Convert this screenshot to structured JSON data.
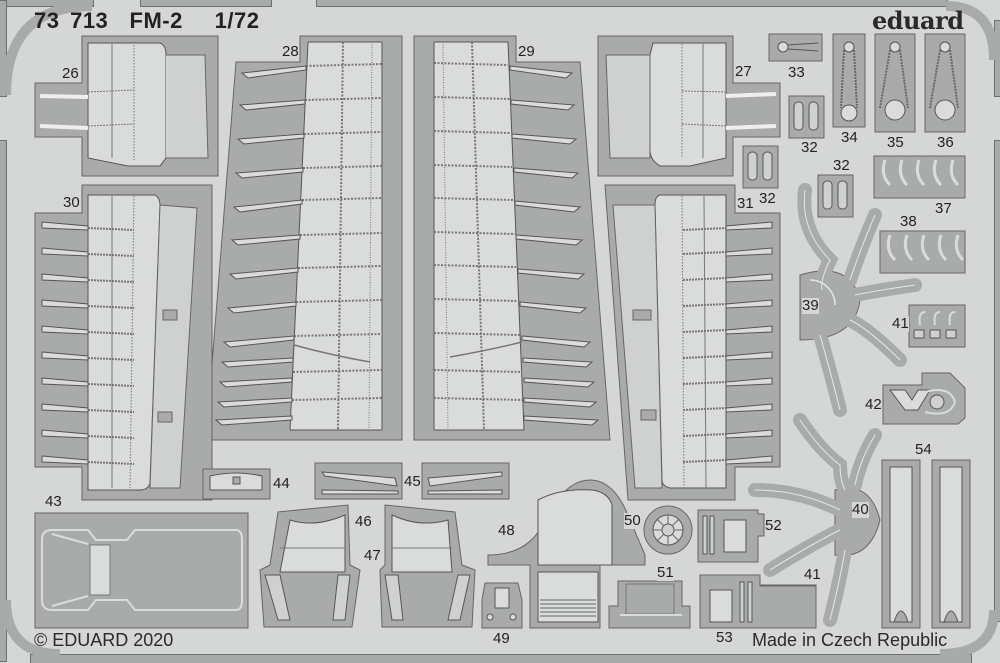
{
  "sheet": {
    "title": "73 713  FM-2   1/72",
    "brand": "eduard",
    "copyright": "© EDUARD 2020",
    "made_in": "Made in Czech Republic",
    "colors": {
      "background": "#d5d7d7",
      "fret": "#a9abab",
      "part": "#d9dbdb",
      "outline": "#555555",
      "text": "#222222"
    }
  },
  "parts": [
    {
      "id": "26",
      "label": "26"
    },
    {
      "id": "27",
      "label": "27"
    },
    {
      "id": "28",
      "label": "28"
    },
    {
      "id": "29",
      "label": "29"
    },
    {
      "id": "30",
      "label": "30"
    },
    {
      "id": "31",
      "label": "31"
    },
    {
      "id": "32a",
      "label": "32"
    },
    {
      "id": "32b",
      "label": "32"
    },
    {
      "id": "32c",
      "label": "32"
    },
    {
      "id": "33",
      "label": "33"
    },
    {
      "id": "34",
      "label": "34"
    },
    {
      "id": "35",
      "label": "35"
    },
    {
      "id": "36",
      "label": "36"
    },
    {
      "id": "37",
      "label": "37"
    },
    {
      "id": "38",
      "label": "38"
    },
    {
      "id": "39",
      "label": "39"
    },
    {
      "id": "40",
      "label": "40"
    },
    {
      "id": "41a",
      "label": "41"
    },
    {
      "id": "41b",
      "label": "41"
    },
    {
      "id": "42",
      "label": "42"
    },
    {
      "id": "43",
      "label": "43"
    },
    {
      "id": "44",
      "label": "44"
    },
    {
      "id": "45",
      "label": "45"
    },
    {
      "id": "46",
      "label": "46"
    },
    {
      "id": "47",
      "label": "47"
    },
    {
      "id": "48",
      "label": "48"
    },
    {
      "id": "49",
      "label": "49"
    },
    {
      "id": "50",
      "label": "50"
    },
    {
      "id": "51",
      "label": "51"
    },
    {
      "id": "52",
      "label": "52"
    },
    {
      "id": "53",
      "label": "53"
    },
    {
      "id": "54",
      "label": "54"
    }
  ]
}
